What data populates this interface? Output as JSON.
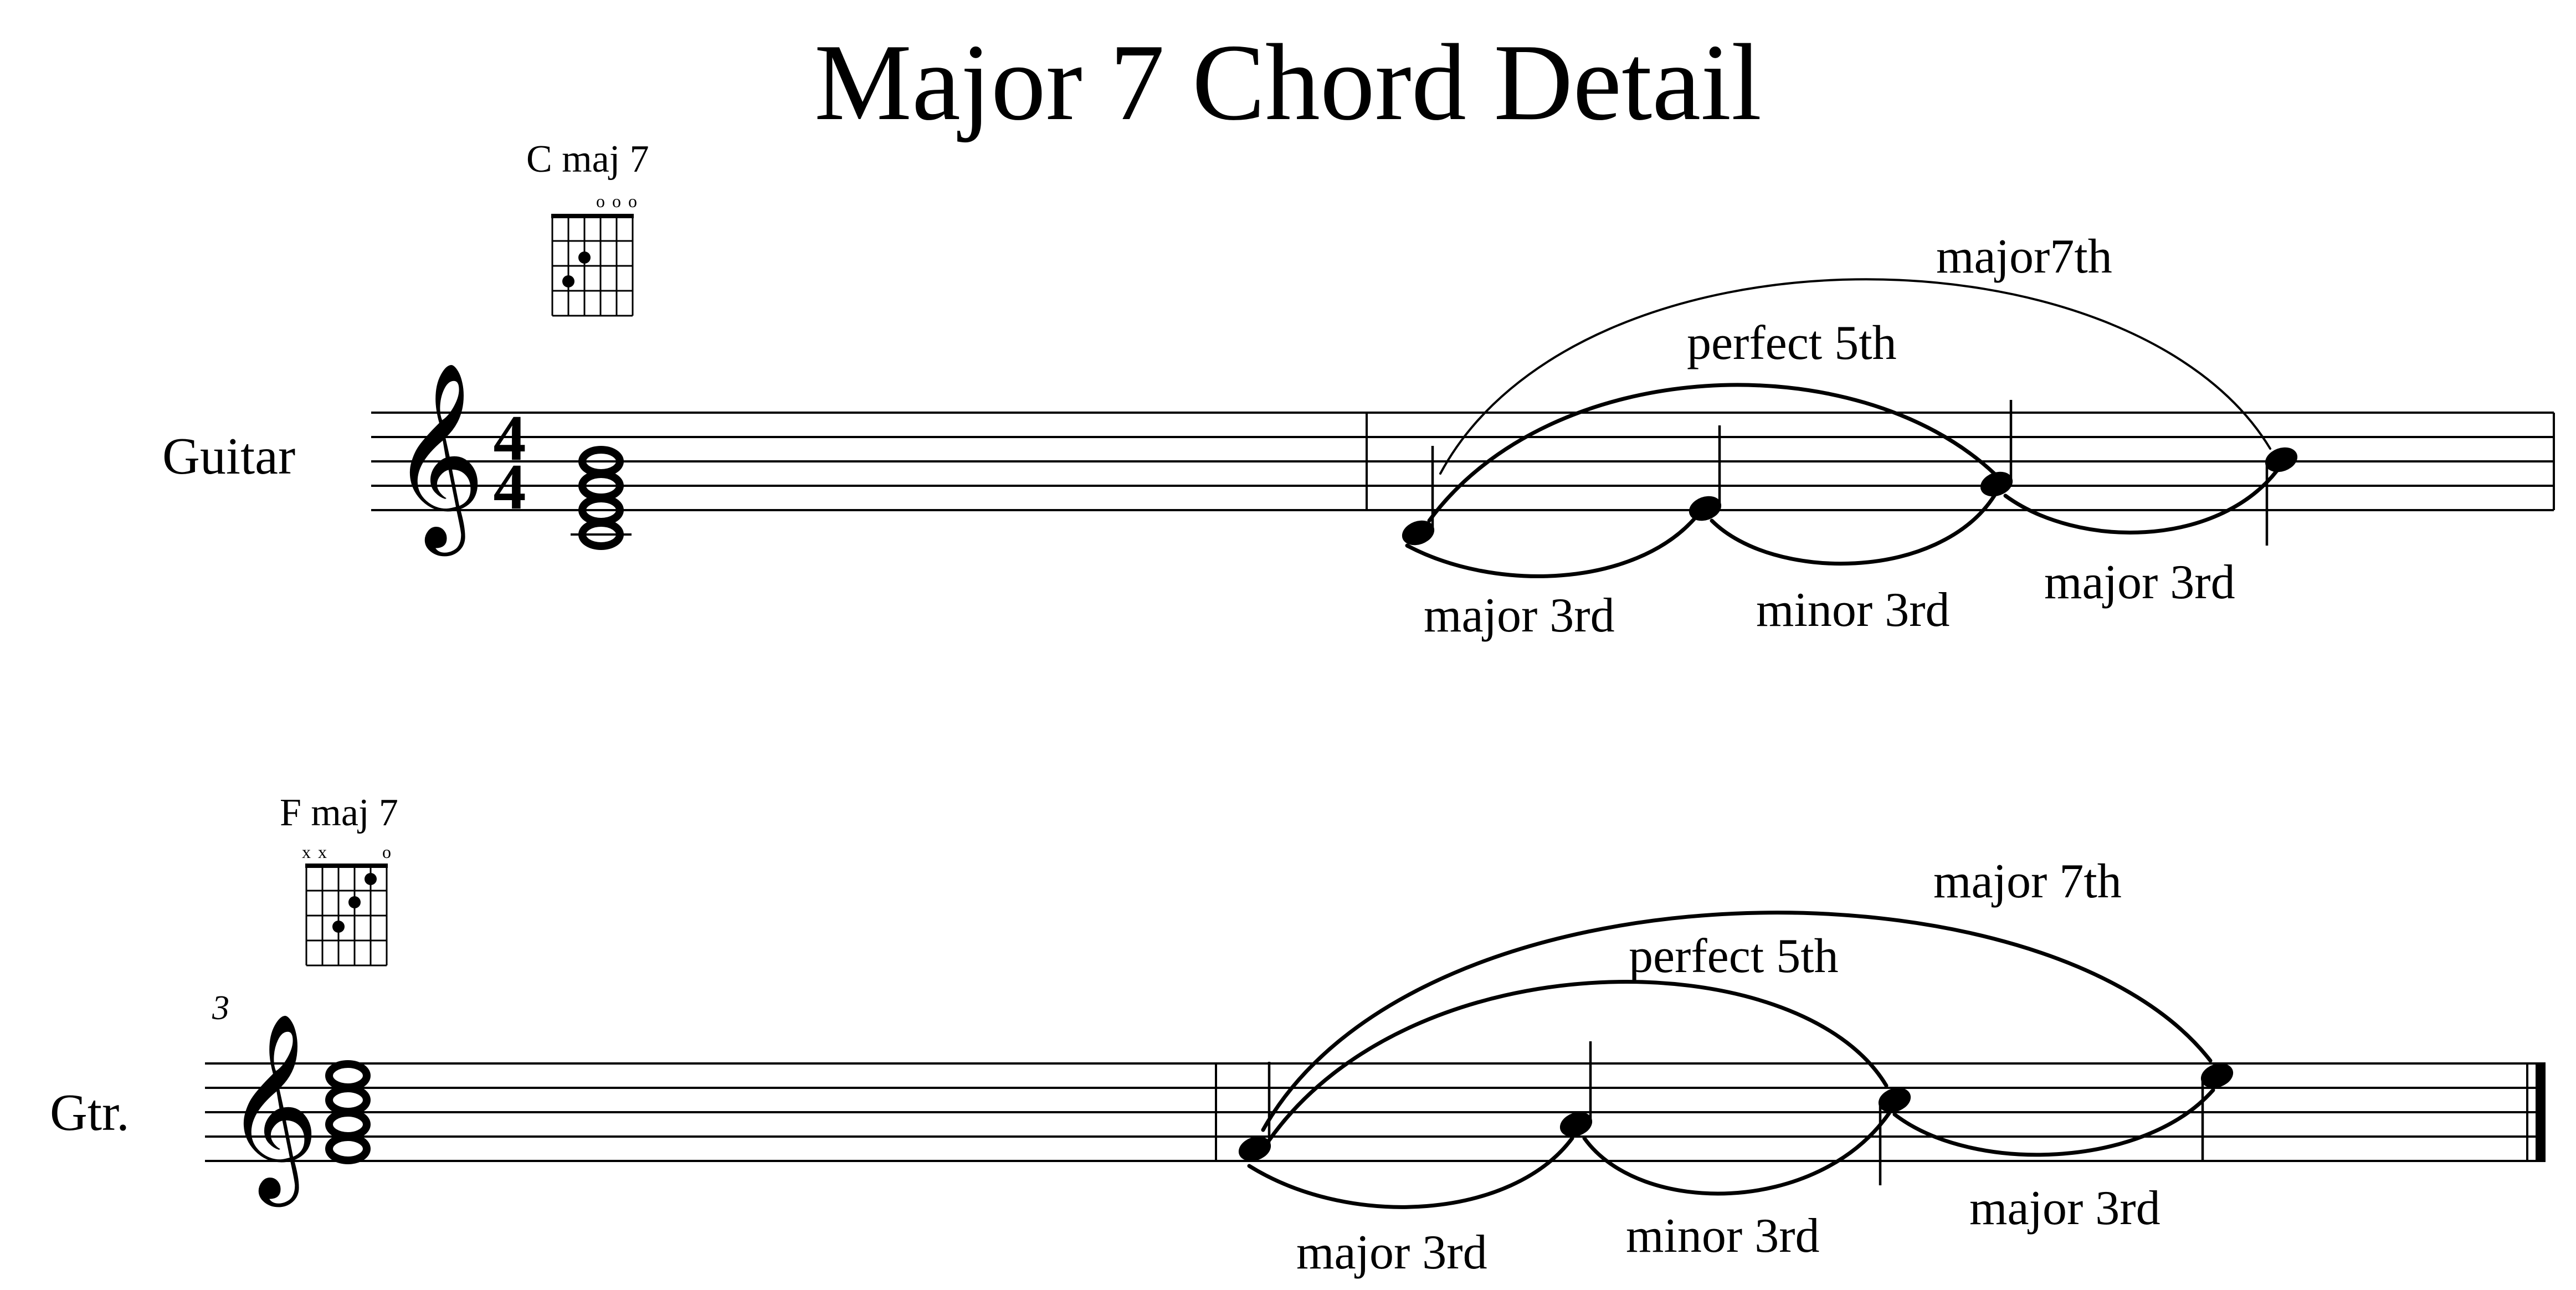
{
  "title": "Major 7 Chord Detail",
  "time_signature": {
    "numerator": "4",
    "denominator": "4"
  },
  "systems": [
    {
      "instrument_label": "Guitar",
      "measure_number": "",
      "chord_symbol": "C maj 7",
      "chord_diagram": {
        "string_markers": [
          "",
          "",
          "",
          "o",
          "o",
          "o"
        ]
      },
      "chord_notes": [
        "C4",
        "E4",
        "G4",
        "B4"
      ],
      "arpeggio_notes": [
        "C4",
        "E4",
        "G4",
        "B4"
      ],
      "interval_labels": {
        "outer": "major7th",
        "middle": "perfect 5th",
        "steps": [
          "major 3rd",
          "minor 3rd",
          "major 3rd"
        ]
      }
    },
    {
      "instrument_label": "Gtr.",
      "measure_number": "3",
      "chord_symbol": "F maj 7",
      "chord_diagram": {
        "string_markers": [
          "x",
          "x",
          "",
          "",
          "",
          "o"
        ]
      },
      "chord_notes": [
        "F4",
        "A4",
        "C5",
        "E5"
      ],
      "arpeggio_notes": [
        "F4",
        "A4",
        "C5",
        "E5"
      ],
      "interval_labels": {
        "outer": "major 7th",
        "middle": "perfect 5th",
        "steps": [
          "major 3rd",
          "minor 3rd",
          "major 3rd"
        ]
      }
    }
  ]
}
